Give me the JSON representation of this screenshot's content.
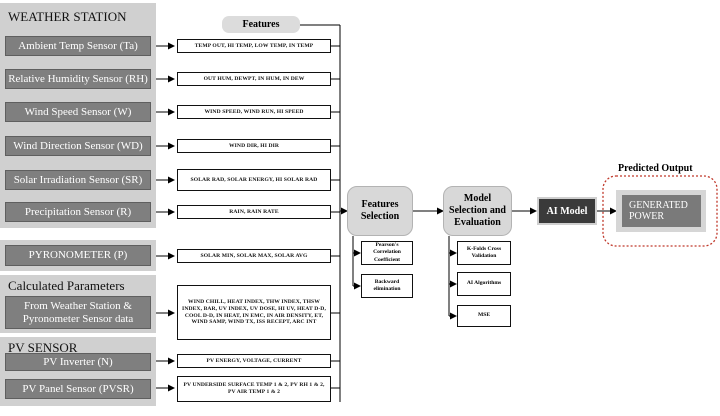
{
  "groups": {
    "weather_station": {
      "title": "WEATHER STATION",
      "sensors": [
        "Ambient Temp Sensor (Ta)",
        "Relative Humidity Sensor (RH)",
        "Wind Speed Sensor (W)",
        "Wind Direction Sensor (WD)",
        "Solar Irradiation Sensor (SR)",
        "Precipitation Sensor (R)"
      ]
    },
    "pyronometer": {
      "sensor": "PYRONOMETER (P)"
    },
    "calculated": {
      "title": "Calculated Parameters",
      "sensor": "From Weather Station & Pyronometer Sensor data"
    },
    "pv_sensor": {
      "title": "PV SENSOR",
      "sensors": [
        "PV Inverter (N)",
        "PV Panel Sensor (PVSR)"
      ]
    }
  },
  "features": {
    "title": "Features",
    "items": [
      "TEMP OUT, HI TEMP, LOW TEMP, IN TEMP",
      "OUT HUM, DEWPT, IN HUM, IN DEW",
      "WIND SPEED, WIND RUN, HI SPEED",
      "WIND DIR, HI DIR",
      "SOLAR RAD, SOLAR ENERGY, HI SOLAR RAD",
      "RAIN, RAIN RATE",
      "SOLAR MIN, SOLAR MAX, SOLAR AVG",
      "WIND CHILL, HEAT INDEX, THW INDEX, THSW INDEX, BAR, UV INDEX, UV DOSE, HI UV, HEAT D-D, COOL D-D, IN HEAT, IN EMC, IN AIR DENSITY, ET, WIND SAMP, WIND TX, ISS RECEPT, ARC INT",
      "PV ENERGY, VOLTAGE, CURRENT",
      "PV UNDERSIDE SURFACE TEMP 1 & 2, PV RH 1 & 2, PV AIR TEMP 1 & 2"
    ]
  },
  "pipeline": {
    "feature_selection": {
      "title": "Features Selection",
      "methods": [
        "Pearson's Correlation Coefficient",
        "Backward elimination"
      ]
    },
    "model_selection": {
      "title": "Model Selection and Evaluation",
      "methods": [
        "K-Folds Cross Validation",
        "AI Algorithms",
        "MSE"
      ]
    },
    "ai_model": "AI Model",
    "output": {
      "title": "Predicted Output",
      "value": "GENERATED POWER"
    }
  },
  "colors": {
    "group_bg": "#d0d0d0",
    "sensor_bg": "#7f7f7f",
    "ai_model_bg": "#3a3a3a",
    "output_border": "#c0392b"
  }
}
